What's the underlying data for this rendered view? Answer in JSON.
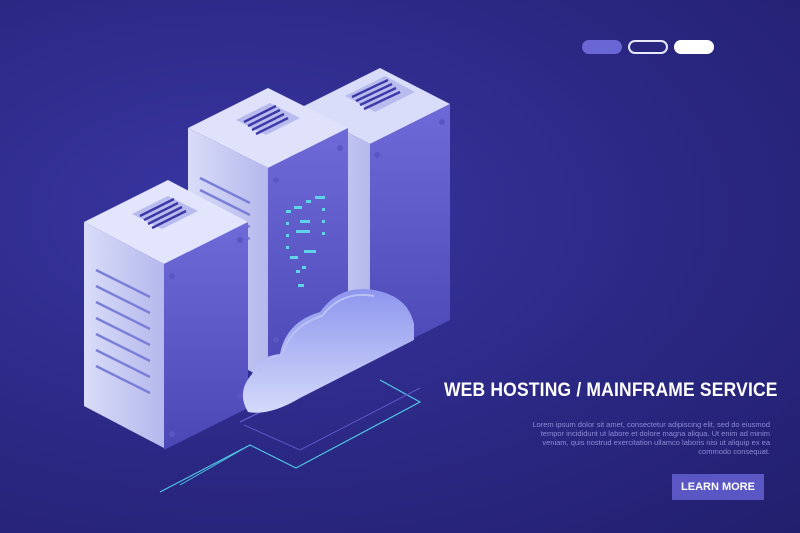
{
  "navigation": {
    "dots": [
      {
        "state": "active"
      },
      {
        "state": "inactive"
      },
      {
        "state": "inactive"
      }
    ]
  },
  "hero": {
    "title": "WEB HOSTING / MAINFRAME SERVICE",
    "description": "Lorem ipsum dolor sit amet, consectetur adipiscing elit, sed do eiusmod tempor incididunt ut labore et dolore magna aliqua. Ut enim ad minim veniam, quis nostrud exercitation ullamco laboris nisi ut aliquip ex ea commodo consequat.",
    "cta_label": "LEARN MORE"
  },
  "colors": {
    "background": "#2d2a86",
    "accent": "#5a56c4",
    "server_face": "#c9ccf4",
    "code_glyph": "#5fd4e8"
  },
  "icons": [
    "server-rack-icon",
    "cloud-icon",
    "network-line-icon"
  ]
}
